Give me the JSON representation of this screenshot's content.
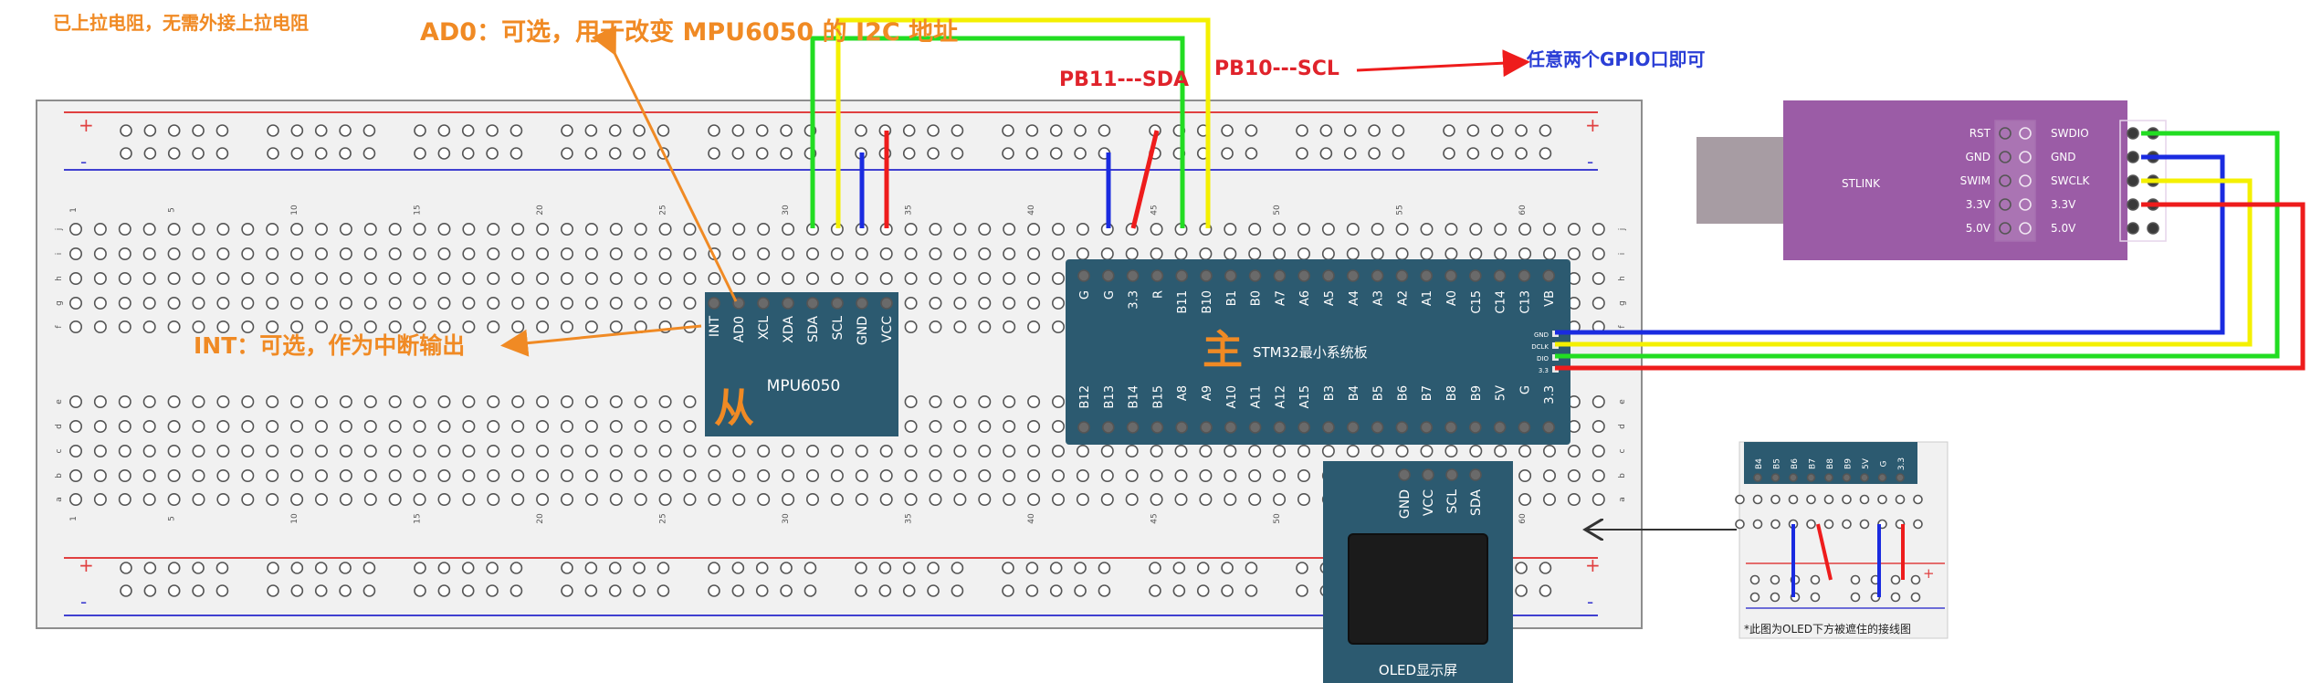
{
  "annotations": {
    "pullup_note": "已上拉电阻，无需外接上拉电阻",
    "ad0_note": "AD0：可选，用于改变 MPU6050 的 I2C 地址",
    "int_note": "INT：可选，作为中断输出",
    "pb11_label": "PB11---SDA",
    "pb10_label": "PB10---SCL",
    "gpio_note": "任意两个GPIO口即可",
    "slave_label": "从",
    "master_label": "主",
    "inset_caption": "*此图为OLED下方被遮住的接线图"
  },
  "breadboard": {
    "plus": "+",
    "minus": "-",
    "column_numbers": [
      "1",
      "5",
      "10",
      "15",
      "20",
      "25",
      "30",
      "35",
      "40",
      "45",
      "50",
      "55",
      "60"
    ],
    "row_letters_top": [
      "j",
      "i",
      "h",
      "g",
      "f"
    ],
    "row_letters_bottom": [
      "e",
      "d",
      "c",
      "b",
      "a"
    ]
  },
  "mpu6050": {
    "name": "MPU6050",
    "pins": [
      "INT",
      "AD0",
      "XCL",
      "XDA",
      "SDA",
      "SCL",
      "GND",
      "VCC"
    ]
  },
  "stm32": {
    "name": "STM32最小系统板",
    "top_pins": [
      "G",
      "G",
      "3.3",
      "R",
      "B11",
      "B10",
      "B1",
      "B0",
      "A7",
      "A6",
      "A5",
      "A4",
      "A3",
      "A2",
      "A1",
      "A0",
      "C15",
      "C14",
      "C13",
      "VB"
    ],
    "bottom_pins": [
      "B12",
      "B13",
      "B14",
      "B15",
      "A8",
      "A9",
      "A10",
      "A11",
      "A12",
      "A15",
      "B3",
      "B4",
      "B5",
      "B6",
      "B7",
      "B8",
      "B9",
      "5V",
      "G",
      "3.3"
    ],
    "swd_pins": [
      "GND",
      "DCLK",
      "DIO",
      "3.3"
    ]
  },
  "oled": {
    "name": "OLED显示屏",
    "pins": [
      "GND",
      "VCC",
      "SCL",
      "SDA"
    ]
  },
  "stlink": {
    "name": "STLINK",
    "left_pins": [
      "RST",
      "GND",
      "SWIM",
      "3.3V",
      "5.0V"
    ],
    "right_pins": [
      "SWDIO",
      "GND",
      "SWCLK",
      "3.3V",
      "5.0V"
    ]
  },
  "inset": {
    "pins": [
      "B4",
      "B5",
      "B6",
      "B7",
      "B8",
      "B9",
      "5V",
      "G",
      "3.3"
    ]
  },
  "colors": {
    "annotation_orange": "#f08a24",
    "label_red": "#e0232b",
    "gpio_blue": "#2b3fd6",
    "wire_green": "#22dd22",
    "wire_yellow": "#f4f000",
    "wire_blue": "#1a2be0",
    "wire_red": "#ee1c1c",
    "module_blue": "#2c5a70",
    "stlink_purple": "#9b5ca6"
  }
}
